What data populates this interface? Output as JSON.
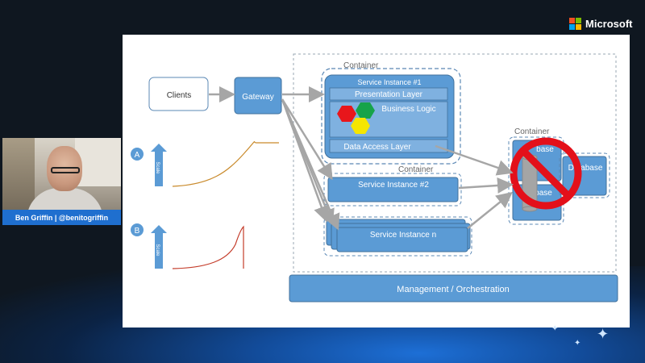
{
  "brand": {
    "name": "Microsoft",
    "logo_colors": [
      "#f25022",
      "#7fba00",
      "#00a4ef",
      "#ffb900"
    ]
  },
  "speaker": {
    "caption": "Ben Griffin | @benitogriffin"
  },
  "diagram": {
    "clients": "Clients",
    "gateway": "Gateway",
    "container_main": "Container",
    "service1_title": "Service Instance #1",
    "presentation_layer": "Presentation Layer",
    "business_logic": "Business Logic",
    "data_access_layer": "Data Access Layer",
    "container_second": "Container",
    "service2": "Service Instance #2",
    "servicen": "Service Instance n",
    "container_db": "Container",
    "db_label_1": "base",
    "db_label_2": "Database",
    "db_label_3": "base",
    "management": "Management / Orchestration",
    "marker_a": "A",
    "marker_b": "B",
    "scale_label_a": "Scale",
    "scale_label_b": "Scale",
    "colors": {
      "box_blue": "#5b9bd5",
      "box_blue_dark": "#41719c",
      "hex_red": "#e8161b",
      "hex_green": "#16a34a",
      "hex_yellow": "#f5e600",
      "prohibit_red": "#e3101a",
      "curve_a": "#c98a2b",
      "curve_b": "#c43c2a"
    }
  }
}
